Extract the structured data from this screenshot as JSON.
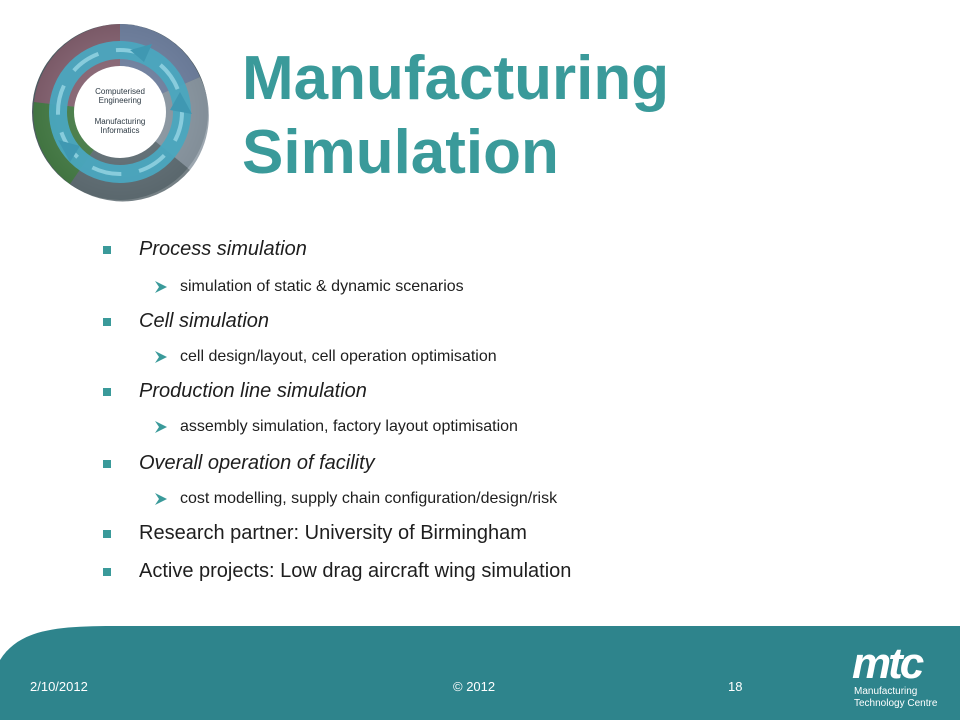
{
  "title_line1": "Manufacturing",
  "title_line2": "Simulation",
  "emblem": {
    "center_top": "Computerised",
    "center_top2": "Engineering",
    "center_bottom": "Manufacturing",
    "center_bottom2": "Informatics"
  },
  "bullets": [
    {
      "level": 1,
      "text": "Process simulation",
      "italic": true
    },
    {
      "level": 2,
      "text": "simulation of static & dynamic scenarios"
    },
    {
      "level": 1,
      "text": "Cell simulation",
      "italic": true
    },
    {
      "level": 2,
      "text": "cell design/layout, cell operation optimisation"
    },
    {
      "level": 1,
      "text": "Production line simulation",
      "italic": true
    },
    {
      "level": 2,
      "text": "assembly simulation, factory layout  optimisation"
    },
    {
      "level": 1,
      "text": "Overall operation of facility",
      "italic": true
    },
    {
      "level": 2,
      "text": "cost modelling, supply chain configuration/design/risk"
    },
    {
      "level": 1,
      "text": "Research partner: University of Birmingham",
      "italic": false
    },
    {
      "level": 1,
      "text": "Active projects: Low drag aircraft wing simulation",
      "italic": false
    }
  ],
  "footer": {
    "date": "2/10/2012",
    "copyright": "© 2012",
    "page": "18"
  },
  "logo": {
    "word": "mtc",
    "line1": "Manufacturing",
    "line2": "Technology Centre"
  },
  "colors": {
    "accent": "#3a9a9a",
    "footer": "#2e848c",
    "bullet_l2": "#3a9a9a"
  }
}
